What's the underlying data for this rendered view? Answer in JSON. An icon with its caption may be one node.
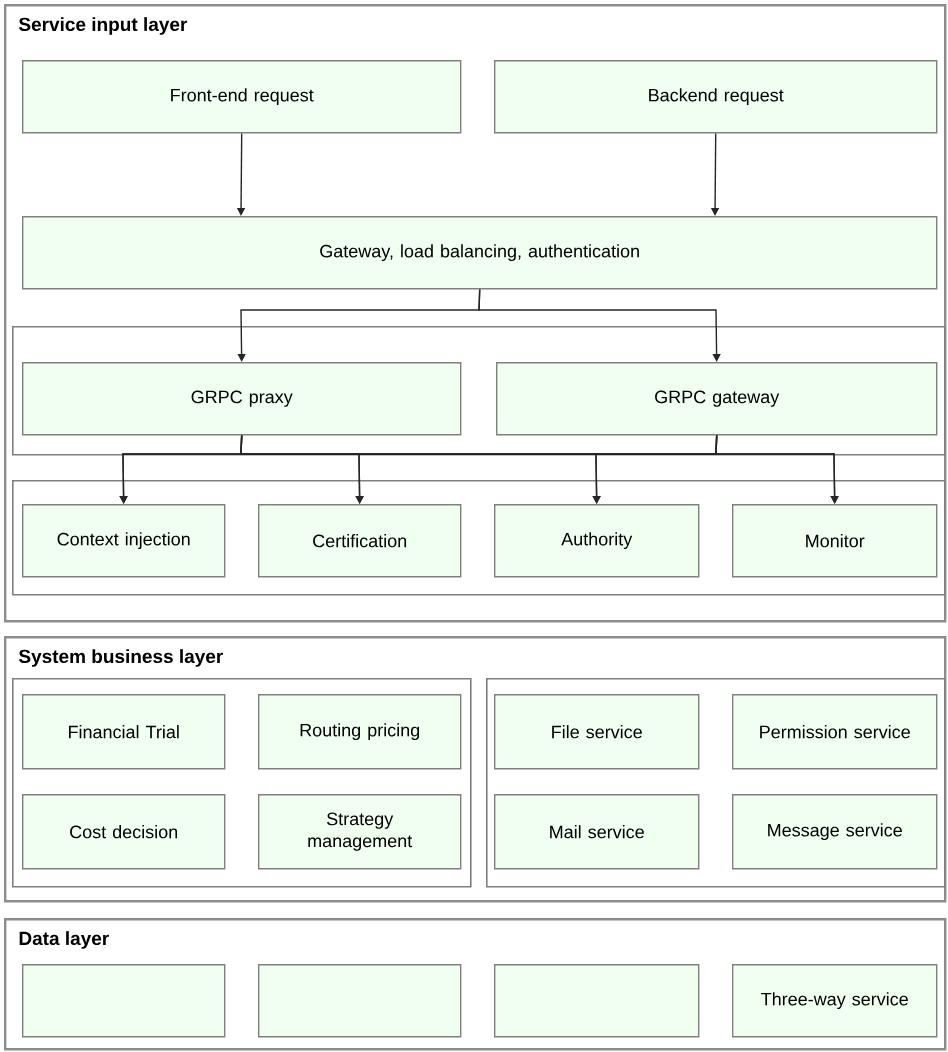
{
  "diagram": {
    "nodes": [
      {
        "text": [
          "Service input layer"
        ]
      },
      {
        "text": [
          "Front-end request"
        ],
        "in": 0
      },
      {
        "text": [
          "Backend request"
        ],
        "in": 0
      },
      {
        "text": [
          "Gateway, load balancing, authentication"
        ],
        "in": 0
      },
      {
        "text": [],
        "shape": "box",
        "in": 0
      },
      {
        "text": [
          "GRPC praxy"
        ],
        "in": 4
      },
      {
        "text": [
          "GRPC gateway"
        ],
        "in": 4
      },
      {
        "text": [],
        "shape": "box",
        "in": 0
      },
      {
        "text": [
          "Context injection"
        ],
        "in": 7
      },
      {
        "text": [
          "Certification"
        ],
        "in": 7
      },
      {
        "text": [
          "Authority"
        ],
        "in": 7
      },
      {
        "text": [
          "Monitor"
        ],
        "in": 7
      },
      {
        "text": [
          "System business layer"
        ]
      },
      {
        "text": [],
        "shape": "box",
        "in": 12
      },
      {
        "text": [
          "Financial Trial"
        ],
        "in": 13
      },
      {
        "text": [
          "Routing pricing"
        ],
        "in": 13
      },
      {
        "text": [
          "Cost decision"
        ],
        "in": 13
      },
      {
        "text": [
          "Strategy management"
        ],
        "in": 13
      },
      {
        "text": [],
        "shape": "box",
        "in": 12
      },
      {
        "text": [
          "File service"
        ],
        "in": 18
      },
      {
        "text": [
          "Permission service"
        ],
        "in": 18
      },
      {
        "text": [
          "Mail service"
        ],
        "in": 18
      },
      {
        "text": [
          "Message service"
        ],
        "in": 18
      },
      {
        "text": [
          "Data layer"
        ]
      },
      {
        "text": [],
        "shape": "box",
        "in": 23
      },
      {
        "text": [],
        "shape": "box",
        "in": 23
      },
      {
        "text": [],
        "shape": "box",
        "in": 23
      },
      {
        "text": [
          "Three-way service"
        ],
        "in": 23
      }
    ],
    "edges": [
      {
        "from": 1,
        "to": 3,
        "arrow": "to"
      },
      {
        "from": 2,
        "to": 3,
        "arrow": "to"
      },
      {
        "from": 3,
        "to": 5,
        "arrow": "to"
      },
      {
        "from": 3,
        "to": 6,
        "arrow": "to"
      },
      {
        "from": 5,
        "to": 8,
        "arrow": "to"
      },
      {
        "from": 5,
        "to": 9,
        "arrow": "to"
      },
      {
        "from": 5,
        "to": 10,
        "arrow": "to"
      },
      {
        "from": 5,
        "to": 11,
        "arrow": "to"
      },
      {
        "from": 6,
        "to": 8,
        "arrow": "to"
      },
      {
        "from": 6,
        "to": 9,
        "arrow": "to"
      },
      {
        "from": 6,
        "to": 10,
        "arrow": "to"
      },
      {
        "from": 6,
        "to": 11,
        "arrow": "to"
      }
    ]
  }
}
